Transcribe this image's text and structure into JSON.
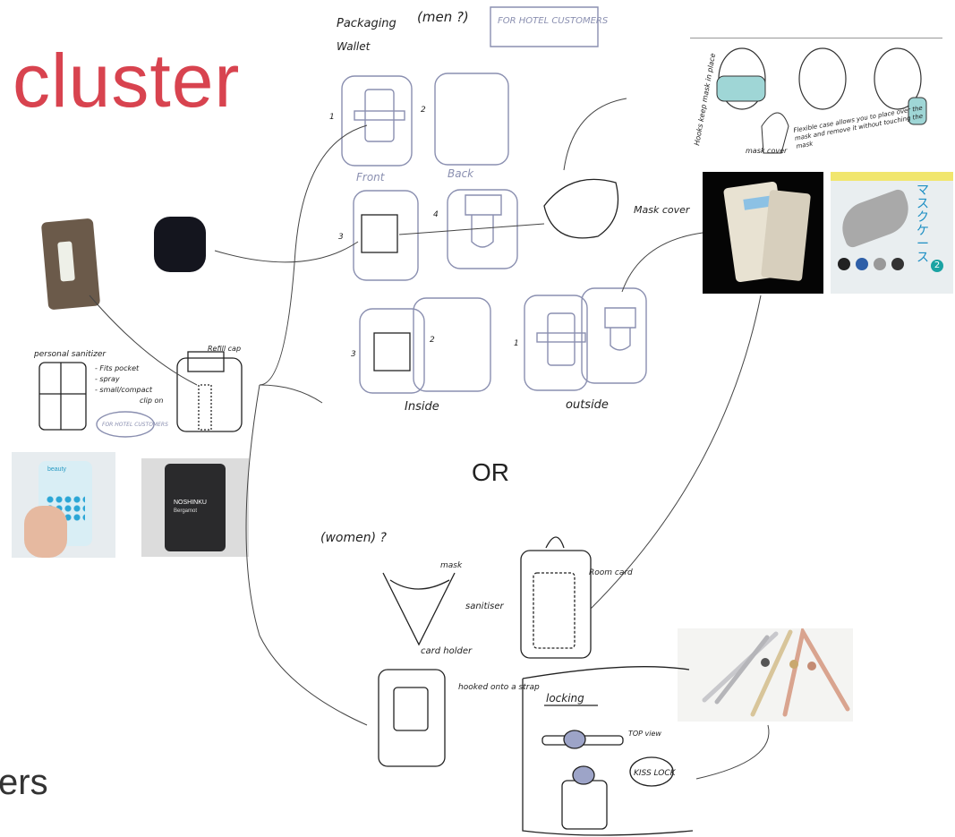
{
  "title": "cluster",
  "footer_fragment": "ers",
  "or_label": "OR",
  "men_section": {
    "heading": "Packaging",
    "question": "(men ?)",
    "hotel_tag": "FOR HOTEL CUSTOMERS",
    "wallet_label": "Wallet",
    "front_label": "Front",
    "back_label": "Back",
    "inside_label": "Inside",
    "outside_label": "outside",
    "mask_cover_label": "Mask cover",
    "steps": [
      "1",
      "2",
      "3",
      "4",
      "3",
      "2",
      "1"
    ]
  },
  "sanitizer_section": {
    "heading": "personal sanitizer",
    "refill_cap": "Refill cap",
    "clip_on": "clip on",
    "notes": [
      "- Fits pocket",
      "- spray",
      "- small/compact"
    ],
    "hotel_tag": "FOR HOTEL CUSTOMERS"
  },
  "women_section": {
    "question": "(women) ?",
    "mask": "mask",
    "sanitiser": "sanitiser",
    "card_holder": "card holder",
    "room_card": "Room card",
    "hooked_strap": "hooked onto a strap",
    "locking": "locking",
    "top_view": "TOP view",
    "kiss_lock": "KISS LOCK"
  },
  "mask_photo": {
    "hooks": "Hooks keep mask in place",
    "cover": "mask cover",
    "flexible": "Flexible case allows you to place over the mask and remove it without touching the mask"
  },
  "sanitizer_products": {
    "brand_left": "beauty",
    "brand_right": "NOSHINKU",
    "variant_right": "Bergamot"
  },
  "jp_book": {
    "title": "マスクケース",
    "number": "2"
  },
  "colors": {
    "accent": "#d8434f",
    "sketch_blue": "#8a8fb0",
    "ink": "#222222"
  }
}
